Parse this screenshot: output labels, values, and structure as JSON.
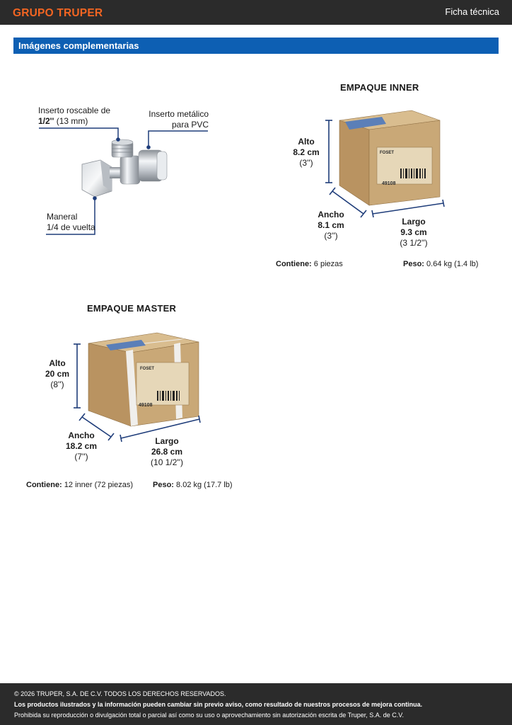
{
  "header": {
    "brand": "GRUPO TRUPER",
    "doc_type": "Ficha técnica"
  },
  "section": {
    "title": "Imágenes complementarias"
  },
  "product": {
    "callout_thread_line1": "Inserto roscable de",
    "callout_thread_line2_bold": "1/2''",
    "callout_thread_line2_rest": " (13 mm)",
    "callout_metal_line1": "Inserto metálico",
    "callout_metal_line2": "para PVC",
    "callout_handle_line1": "Maneral",
    "callout_handle_line2": "1/4 de vuelta"
  },
  "inner": {
    "title": "EMPAQUE INNER",
    "alto_label": "Alto",
    "alto_value": "8.2 cm",
    "alto_in": "(3'')",
    "ancho_label": "Ancho",
    "ancho_value": "8.1 cm",
    "ancho_in": "(3'')",
    "largo_label": "Largo",
    "largo_value": "9.3 cm",
    "largo_in": "(3 1/2'')",
    "contiene_label": "Contiene:",
    "contiene_value": " 6 piezas",
    "peso_label": "Peso:",
    "peso_value": " 0.64 kg (1.4 lb)",
    "box_code": "49108",
    "box_brand": "FOSET"
  },
  "master": {
    "title": "EMPAQUE MASTER",
    "alto_label": "Alto",
    "alto_value": "20 cm",
    "alto_in": "(8'')",
    "ancho_label": "Ancho",
    "ancho_value": "18.2 cm",
    "ancho_in": "(7'')",
    "largo_label": "Largo",
    "largo_value": "26.8 cm",
    "largo_in": "(10 1/2'')",
    "contiene_label": "Contiene:",
    "contiene_value": " 12 inner (72 piezas)",
    "peso_label": "Peso:",
    "peso_value": " 8.02 kg (17.7 lb)",
    "box_code": "49108",
    "box_brand": "FOSET"
  },
  "footer": {
    "copyright": "© 2026 TRUPER, S.A. DE C.V. TODOS LOS DERECHOS RESERVADOS.",
    "notice": "Los productos ilustrados y la información pueden cambiar sin previo aviso, como resultado de nuestros procesos de mejora continua.",
    "prohibition": "Prohibida su reproducción o divulgación total o parcial así como su uso o aprovechamiento sin autorización escrita de Truper, S.A. de C.V."
  },
  "colors": {
    "brand_orange": "#f26522",
    "section_blue": "#0d5fb3",
    "dimension_blue": "#1f3d7a",
    "header_dark": "#2b2b2b",
    "cardboard": "#c9a877"
  }
}
